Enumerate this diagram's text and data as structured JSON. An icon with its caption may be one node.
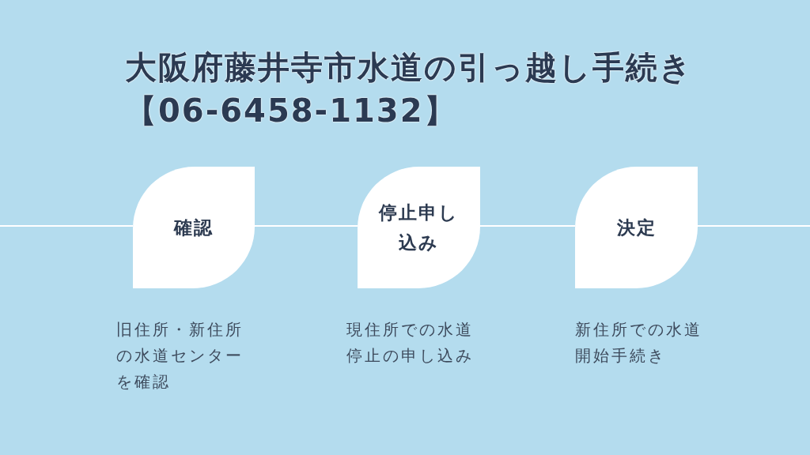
{
  "diagram": {
    "title": "大阪府藤井寺市水道の引っ越し手続き【06-6458-1132】",
    "nodes": [
      {
        "text": [
          "確認"
        ],
        "beside": [
          "旧住所・新住所の水道センターを確認"
        ]
      },
      {
        "text": [
          "停止申し込み"
        ],
        "beside": [
          "現住所での水道停止の申し込み"
        ]
      },
      {
        "text": [
          "決定"
        ],
        "beside": [
          "新住所での水道開始手続き"
        ]
      }
    ],
    "edges": [
      {
        "from": null,
        "to": 0,
        "arrow": "none"
      },
      {
        "from": 0,
        "to": 1,
        "arrow": "none"
      },
      {
        "from": 1,
        "to": 2,
        "arrow": "none"
      },
      {
        "from": 2,
        "to": null,
        "arrow": "none"
      }
    ]
  }
}
